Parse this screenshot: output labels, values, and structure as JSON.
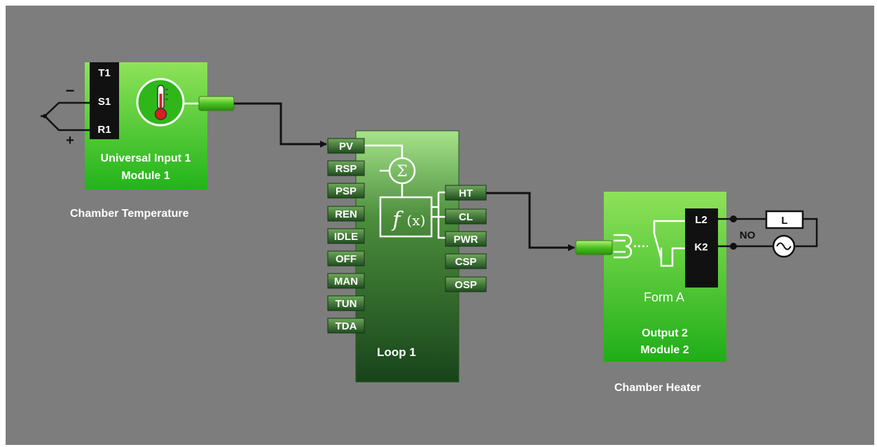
{
  "input_block": {
    "terminals": [
      "T1",
      "S1",
      "R1"
    ],
    "polarity_minus": "−",
    "polarity_plus": "+",
    "title_line1": "Universal Input 1",
    "title_line2": "Module 1",
    "caption": "Chamber Temperature",
    "icon": "thermometer-icon"
  },
  "loop_block": {
    "inputs": [
      "PV",
      "RSP",
      "PSP",
      "REN",
      "IDLE",
      "OFF",
      "MAN",
      "TUN",
      "TDA"
    ],
    "outputs": [
      "HT",
      "CL",
      "PWR",
      "CSP",
      "OSP"
    ],
    "sum_symbol": "Σ",
    "func_symbol": "f",
    "func_arg": "(x)",
    "title": "Loop 1",
    "icons": [
      "summation-icon",
      "function-icon"
    ]
  },
  "output_block": {
    "terminals": [
      "L2",
      "K2"
    ],
    "contact_label": "NO",
    "load_label": "L",
    "form_label": "Form A",
    "title_line1": "Output 2",
    "title_line2": "Module 2",
    "caption": "Chamber Heater",
    "icons": [
      "relay-contact-icon",
      "ac-source-icon"
    ]
  },
  "colors": {
    "canvas": "#7d7d7d",
    "block_green": "#5fd12a",
    "loop_top": "#a6e38a",
    "loop_bottom": "#17441a",
    "terminal_strip": "#111111",
    "wire": "#111111"
  }
}
